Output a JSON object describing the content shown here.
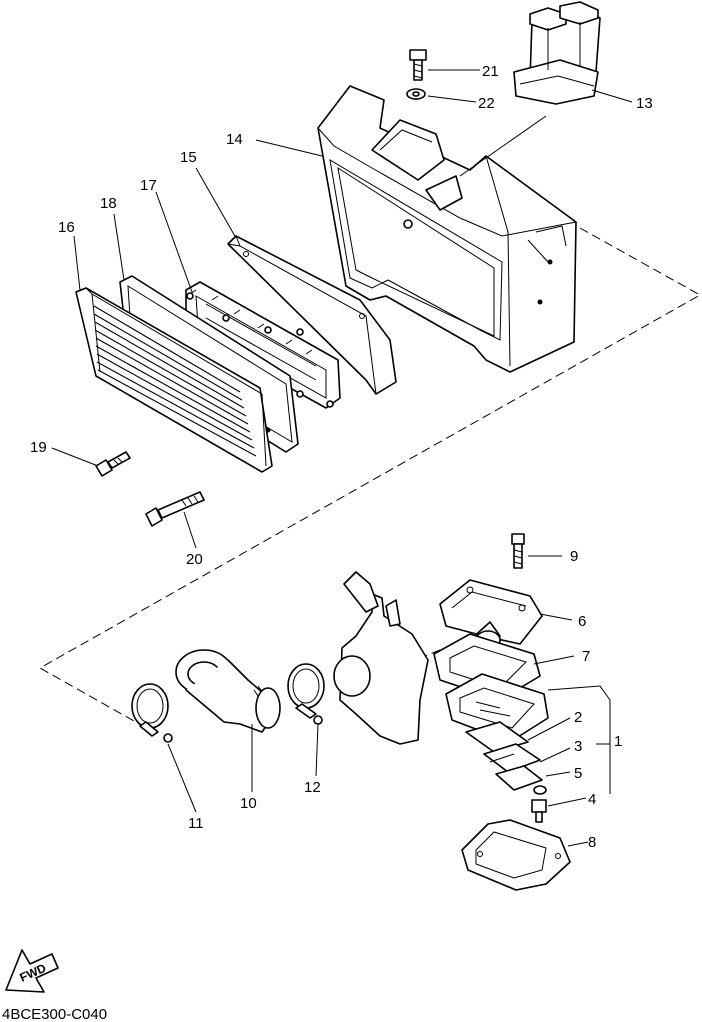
{
  "diagram": {
    "code": "4BCE300-C040",
    "fwd_label": "FWD",
    "callouts": {
      "c1": "1",
      "c2": "2",
      "c3": "3",
      "c4": "4",
      "c5": "5",
      "c6": "6",
      "c7": "7",
      "c8": "8",
      "c9": "9",
      "c10": "10",
      "c11": "11",
      "c12": "12",
      "c13": "13",
      "c14": "14",
      "c15": "15",
      "c16": "16",
      "c17": "17",
      "c18": "18",
      "c19": "19",
      "c20": "20",
      "c21": "21",
      "c22": "22"
    }
  }
}
